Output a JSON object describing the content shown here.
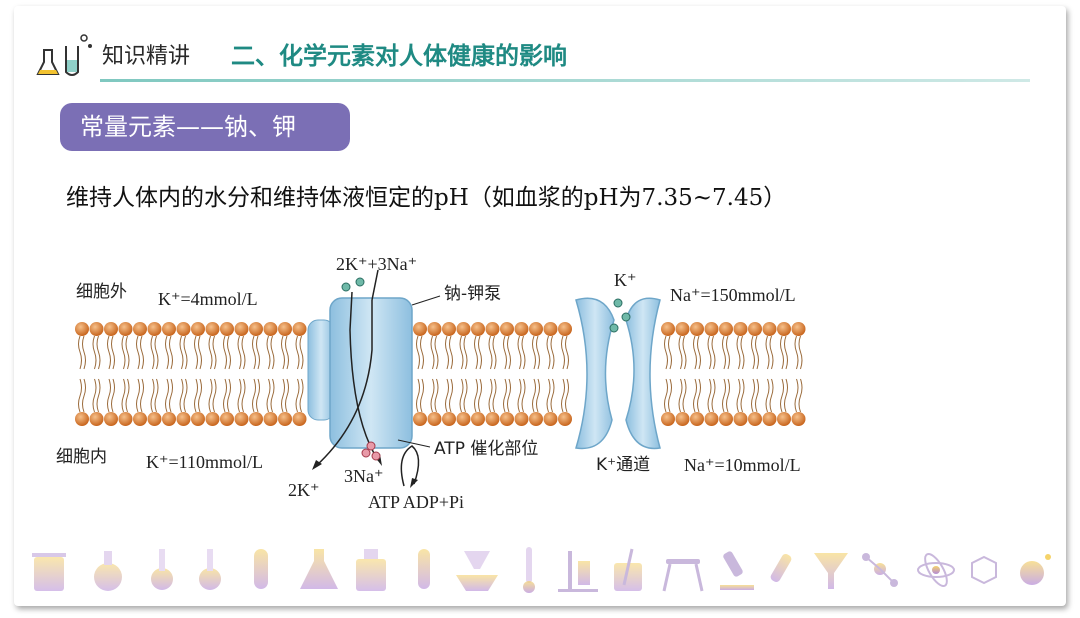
{
  "header": {
    "section_label": "知识精讲",
    "title": "二、化学元素对人体健康的影响"
  },
  "topic_tag": "常量元素——钠、钾",
  "description": "维持人体内的水分和维持体液恒定的pH（如血浆的pH为7.35~7.45）",
  "diagram": {
    "outside_label": "细胞外",
    "inside_label": "细胞内",
    "outside_k_conc": "K⁺=4mmol/L",
    "inside_k_conc": "K⁺=110mmol/L",
    "outside_na_conc": "Na⁺=150mmol/L",
    "inside_na_conc": "Na⁺=10mmol/L",
    "pump_ions_top": "2K⁺+3Na⁺",
    "pump_label": "钠-钾泵",
    "pump_k_out": "2K⁺",
    "pump_na_in": "3Na⁺",
    "atp_site_label": "ATP 催化部位",
    "atp_reaction": "ATP ADP+Pi",
    "channel_ion": "K⁺",
    "channel_label": "K⁺通道"
  },
  "colors": {
    "title_teal": "#1f8a83",
    "tag_purple": "#7b6fb5",
    "lipid_head": "#e08a3c",
    "protein_blue": "#a9cfe6"
  }
}
